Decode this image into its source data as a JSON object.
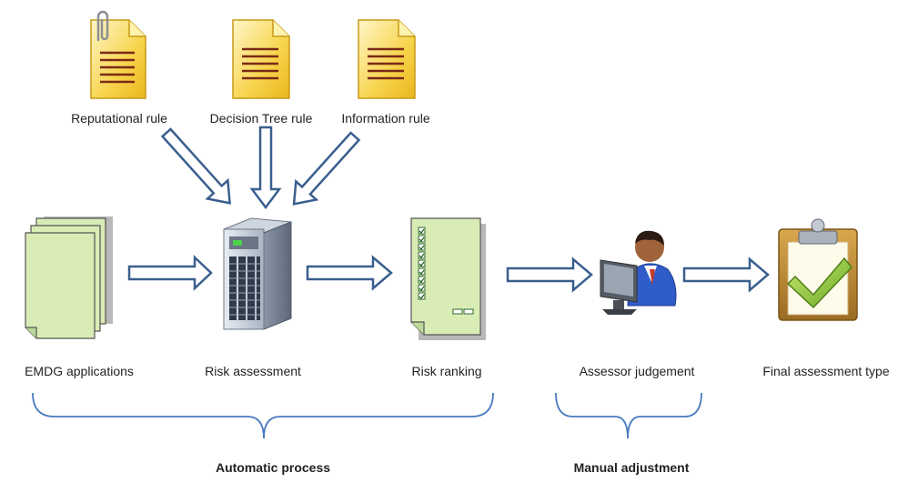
{
  "rules": {
    "reputational": "Reputational rule",
    "decision_tree": "Decision Tree rule",
    "information": "Information rule"
  },
  "stages": {
    "emdg": "EMDG applications",
    "risk_assessment": "Risk assessment",
    "risk_ranking": "Risk ranking",
    "assessor": "Assessor judgement",
    "final": "Final assessment type"
  },
  "groups": {
    "automatic": "Automatic process",
    "manual": "Manual adjustment"
  },
  "colors": {
    "arrow": "#3a5f8f",
    "brace": "#4a7bbf",
    "doc_yellow": "#f7d44c",
    "doc_green": "#d9ecb6",
    "check_green": "#8dc63f",
    "clipboard_brown": "#b98a3a"
  }
}
